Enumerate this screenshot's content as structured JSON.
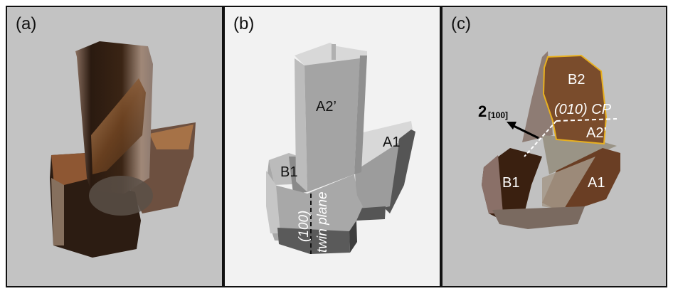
{
  "panels": {
    "a": {
      "label": "(a)"
    },
    "b": {
      "label": "(b)",
      "crystal_labels": {
        "a2prime": "A2’",
        "a1": "A1",
        "b1": "B1"
      },
      "twin_plane_line1": "(100)",
      "twin_plane_line2": "twin plane"
    },
    "c": {
      "label": "(c)",
      "crystal_labels": {
        "b2": "B2",
        "a2prime": "A2’",
        "b1": "B1",
        "a1": "A1"
      },
      "contact_plane": "(010) CP",
      "axis_label_main": "2",
      "axis_label_sub": "[100]"
    }
  },
  "colors": {
    "outline_yellow": "#e8b020",
    "dashed_white": "#ffffff",
    "arrow_black": "#000000"
  }
}
